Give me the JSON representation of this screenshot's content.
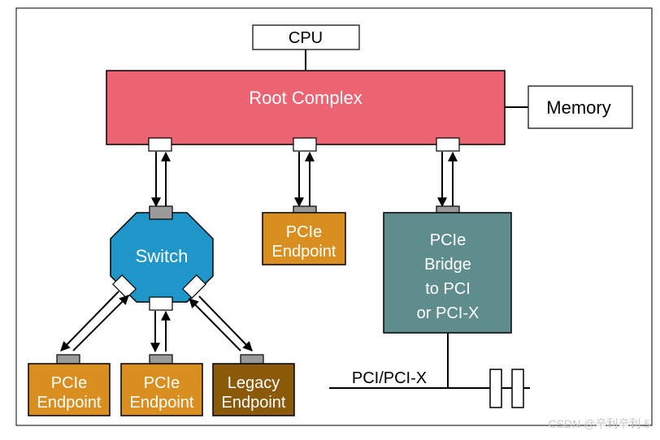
{
  "diagram": {
    "cpu": "CPU",
    "root_complex": "Root Complex",
    "memory": "Memory",
    "switch": "Switch",
    "endpoint_top": [
      "PCIe",
      "Endpoint"
    ],
    "bridge": [
      "PCIe",
      "Bridge",
      "to PCI",
      "or PCI-X"
    ],
    "endpoint_left": [
      "PCIe",
      "Endpoint"
    ],
    "endpoint_mid": [
      "PCIe",
      "Endpoint"
    ],
    "legacy_endpoint": [
      "Legacy",
      "Endpoint"
    ],
    "bus_label": "PCI/PCI-X",
    "watermark": "CSDN @辛利辛利 5"
  },
  "colors": {
    "root_complex": "#ec6472",
    "switch": "#1e96c8",
    "endpoint": "#d98f20",
    "legacy": "#8a5a0a",
    "bridge": "#5f8d8d",
    "port": "#9a9a9a"
  }
}
